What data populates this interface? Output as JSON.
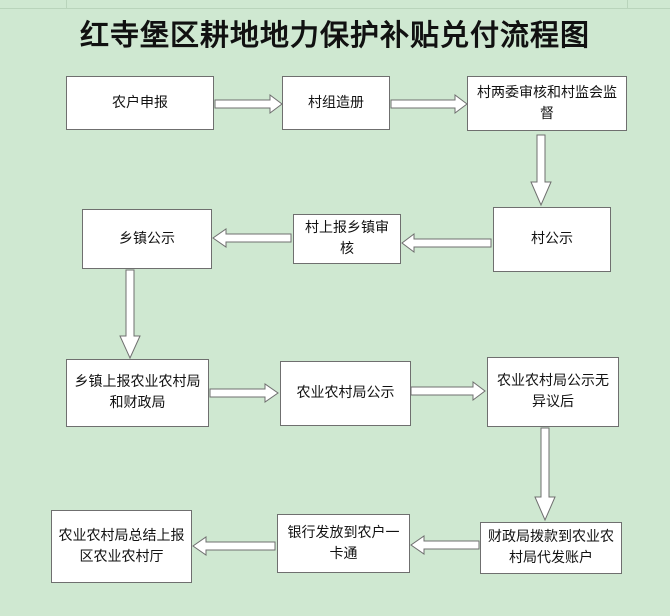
{
  "title": "红寺堡区耕地地力保护补贴兑付流程图",
  "steps": [
    "农户申报",
    "村组造册",
    "村两委审核和村监会监督",
    "村公示",
    "村上报乡镇审核",
    "乡镇公示",
    "乡镇上报农业农村局和财政局",
    "农业农村局公示",
    "农业农村局公示无异议后",
    "财政局拨款到农业农村局代发账户",
    "银行发放到农户一卡通",
    "农业农村局总结上报区农业农村厅"
  ]
}
